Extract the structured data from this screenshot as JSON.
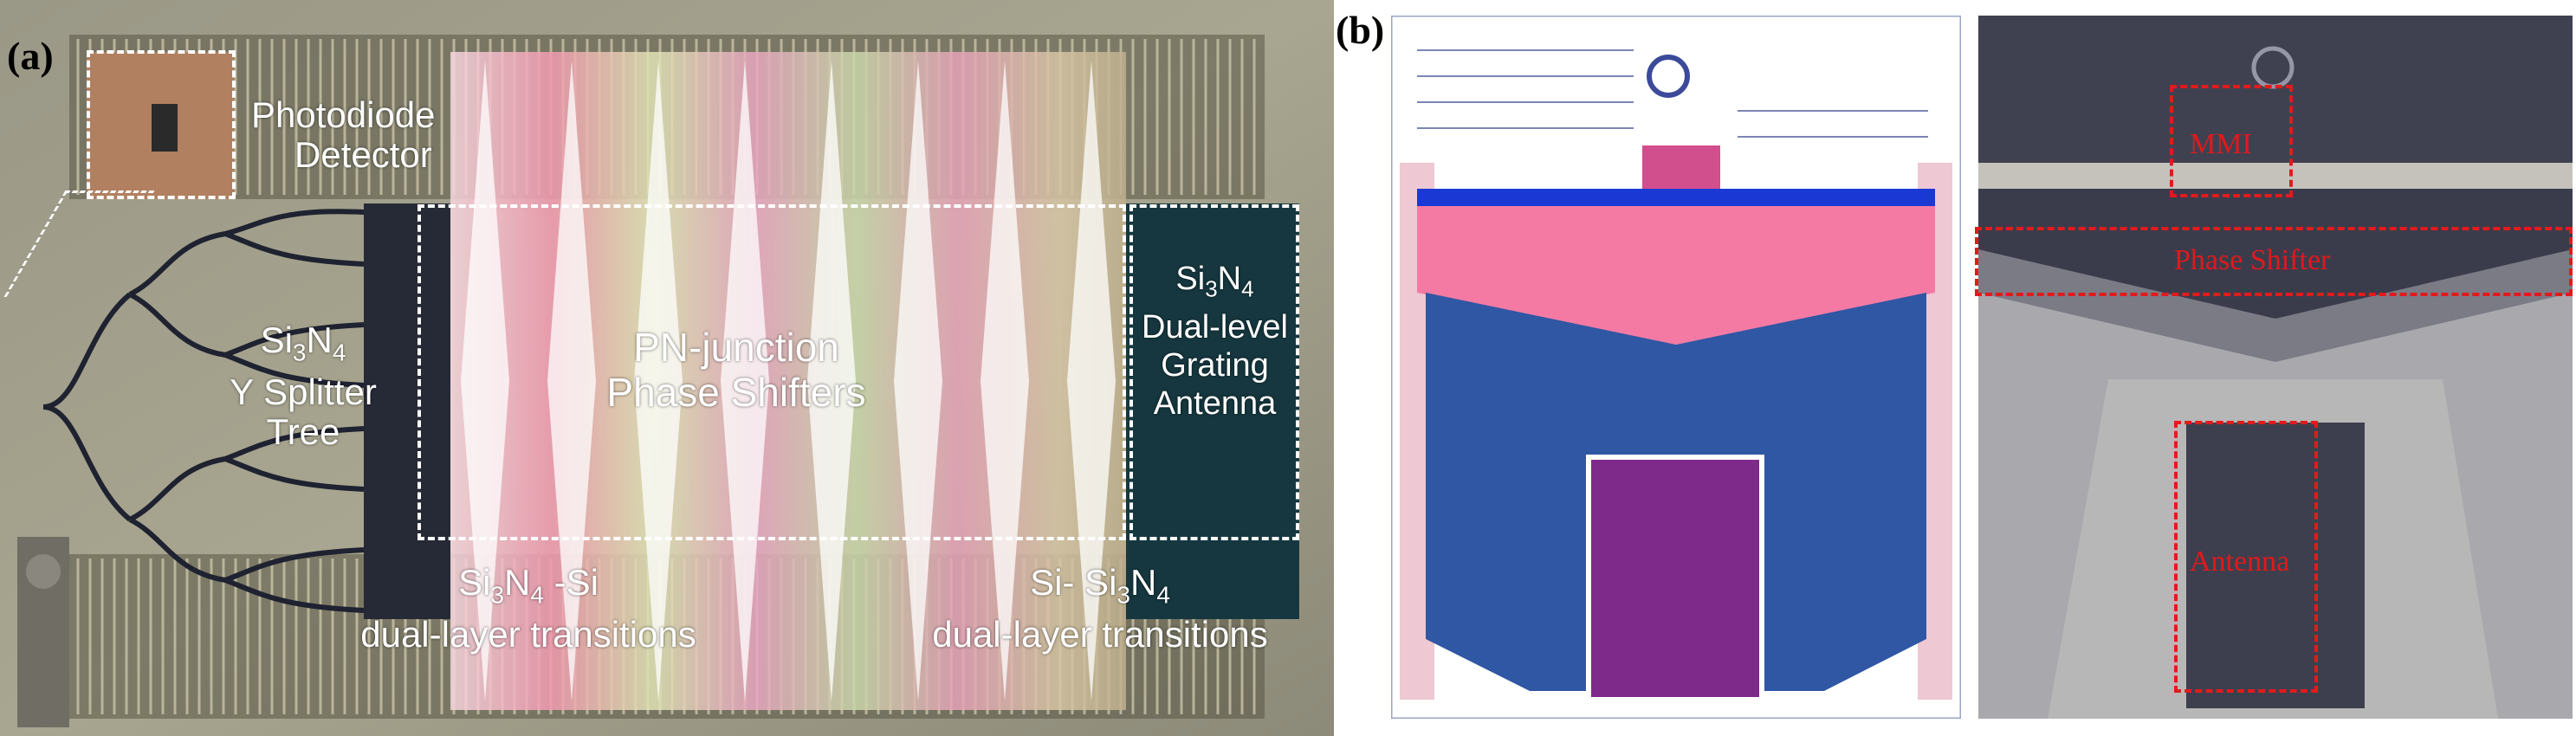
{
  "panel_a": {
    "label": "(a)",
    "labels": {
      "photodiode_line1": "Photodiode",
      "photodiode_line2": "Detector",
      "splitter_line1_pre": "Si",
      "splitter_line1_sub1": "3",
      "splitter_line1_mid": "N",
      "splitter_line1_sub2": "4",
      "splitter_line2": "Y Splitter",
      "splitter_line3": "Tree",
      "phase_line1": "PN-junction",
      "phase_line2": "Phase Shifters",
      "antenna_line1_pre": "Si",
      "antenna_line1_sub1": "3",
      "antenna_line1_mid": "N",
      "antenna_line1_sub2": "4",
      "antenna_line2": "Dual-level",
      "antenna_line3": "Grating",
      "antenna_line4": "Antenna",
      "transition_left_pre": "Si",
      "transition_left_sub1": "3",
      "transition_left_mid": "N",
      "transition_left_sub2": "4",
      "transition_left_post": " -Si",
      "transition_left_line2": "dual-layer transitions",
      "transition_right_pre": "Si- Si",
      "transition_right_sub1": "3",
      "transition_right_mid": "N",
      "transition_right_sub2": "4",
      "transition_right_line2": "dual-layer transitions"
    }
  },
  "panel_b": {
    "label": "(b)",
    "labels": {
      "mmi": "MMI",
      "phase_shifter": "Phase Shifter",
      "antenna": "Antenna"
    }
  },
  "colors": {
    "chip_base": "#8f8d7c",
    "layout_blue": "#2f57a3",
    "layout_pink": "#f36c9a",
    "layout_purple": "#7e2a8a",
    "photo_dark": "#3f4150",
    "label_red": "#e0191c"
  }
}
